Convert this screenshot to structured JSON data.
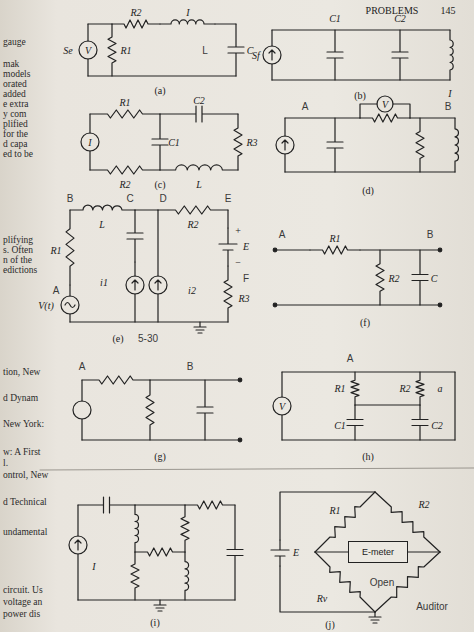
{
  "diagram": {
    "nodes": [
      {
        "text": [
          "E-meter"
        ]
      }
    ],
    "labels": [
      "PROBLEMS",
      "145",
      "gauge",
      "mak",
      "models",
      "orated",
      "added",
      "e extra",
      "y com",
      "plified",
      "for the",
      "d capa",
      "ed to be",
      "plifying",
      "s. Often",
      "n of the",
      "edictions",
      "tion, New",
      "d Dynam",
      "New York:",
      "w: A First",
      "l.",
      "ontrol, New",
      "d Technical",
      "undamental",
      "circuit. Us",
      "voltage an",
      "power dis",
      "R2",
      "I",
      "Se",
      "V",
      "R1",
      "C",
      "L",
      "(a)",
      "C1",
      "C2",
      "Sf",
      "I",
      "(b)",
      "R1",
      "C2",
      "I",
      "C1",
      "R3",
      "R2",
      "L",
      "(c)",
      "A",
      "V",
      "B",
      "(d)",
      "B",
      "C",
      "D",
      "E",
      "L",
      "R2",
      "R1",
      "A",
      "i1",
      "i2",
      "+",
      "E",
      "−",
      "F",
      "V(t)",
      "R3",
      "(e)",
      "5-30",
      "A",
      "R1",
      "B",
      "R2",
      "C",
      "(f)",
      "A",
      "B",
      "(g)",
      "A",
      "R1",
      "R2",
      "a",
      "V",
      "C1",
      "C2",
      "(h)",
      "I",
      "(i)",
      "R1",
      "R2",
      "E",
      "Rv",
      "Open",
      "Auditor",
      "(j)"
    ]
  }
}
